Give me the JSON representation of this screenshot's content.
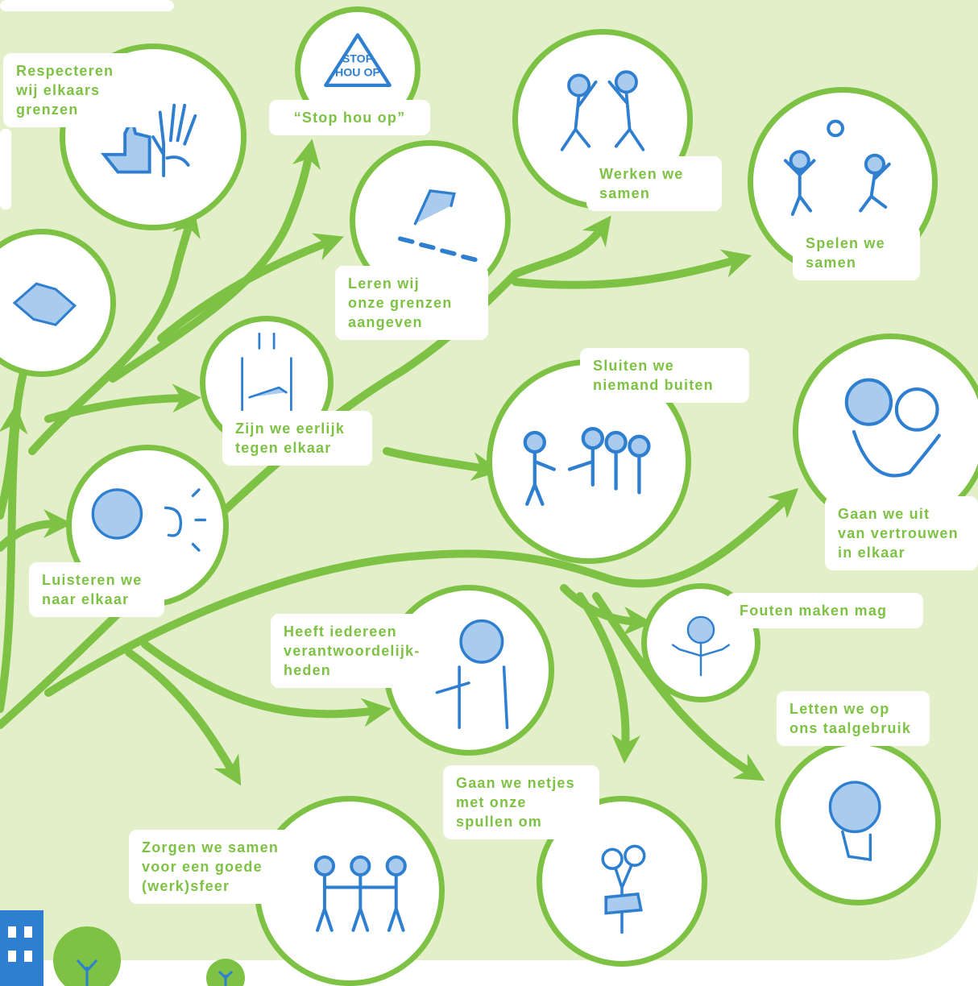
{
  "colors": {
    "background": "#e3efc9",
    "branch": "#7dc244",
    "circle_border": "#7dc244",
    "label_text": "#7dc244",
    "illustration": "#2f7fd1",
    "illustration_fill": "#a9cbee"
  },
  "nodes": [
    {
      "id": "respecteren",
      "label": "Respecteren\nwij elkaars\ngrenzen",
      "icon": "thumbs-up-and-open-hand-icon"
    },
    {
      "id": "stop",
      "label": "“Stop hou op”",
      "icon": "stop-hou-op-sign-icon",
      "sign_text_1": "STOP",
      "sign_text_2": "HOU OP"
    },
    {
      "id": "leren",
      "label": "Leren wij\nonze grenzen\naangeven",
      "icon": "finger-pointing-at-line-icon"
    },
    {
      "id": "werken",
      "label": "Werken we\nsamen",
      "icon": "high-five-icon"
    },
    {
      "id": "spelen",
      "label": "Spelen we\nsamen",
      "icon": "kids-playing-ball-icon"
    },
    {
      "id": "handshake",
      "label": "",
      "icon": "handshake-icon"
    },
    {
      "id": "eerlijk",
      "label": "Zijn we eerlijk\ntegen elkaar",
      "icon": "hand-on-heart-icon"
    },
    {
      "id": "sluiten",
      "label": "Sluiten we\nniemand buiten",
      "icon": "inviting-group-icon"
    },
    {
      "id": "vertrouwen",
      "label": "Gaan we uit\nvan vertrouwen\nin elkaar",
      "icon": "hugging-friends-icon"
    },
    {
      "id": "luisteren",
      "label": "Luisteren we\nnaar elkaar",
      "icon": "listening-ear-icon"
    },
    {
      "id": "verantwoordelijk",
      "label": "Heeft iedereen\nverantwoordelijk-\nheden",
      "icon": "thumb-pointing-self-icon"
    },
    {
      "id": "fouten",
      "label": "Fouten maken mag",
      "icon": "shrugging-person-icon"
    },
    {
      "id": "taalgebruik",
      "label": "Letten we op\nons taalgebruik",
      "icon": "hand-over-mouth-icon"
    },
    {
      "id": "netjes",
      "label": "Gaan we netjes\nmet onze\nspullen om",
      "icon": "scissors-in-hand-icon"
    },
    {
      "id": "sfeer",
      "label": "Zorgen we samen\nvoor een goede\n(werk)sfeer",
      "icon": "holding-hands-group-icon"
    }
  ]
}
